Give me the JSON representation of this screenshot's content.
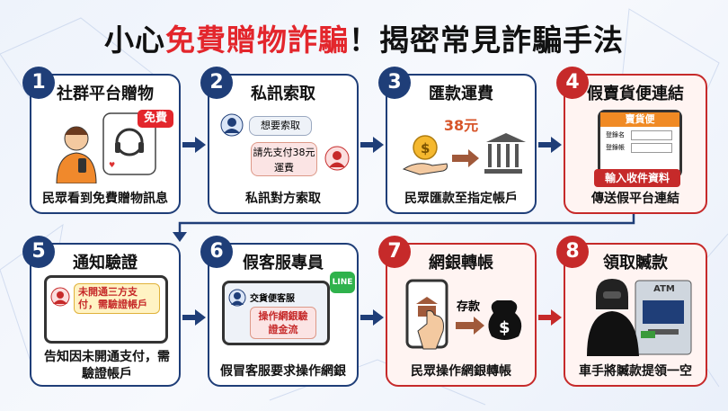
{
  "title": {
    "prefix": "小心",
    "highlight": "免費贈物詐騙",
    "suffix": "！揭密常見詐騙手法"
  },
  "steps": [
    {
      "num": "1",
      "title": "社群平台贈物",
      "badge": "免費",
      "caption": "民眾看到免費贈物訊息"
    },
    {
      "num": "2",
      "title": "私訊索取",
      "msg1": "想要索取",
      "msg2": "請先支付38元運費",
      "caption": "私訊對方索取"
    },
    {
      "num": "3",
      "title": "匯款運費",
      "amount": "38元",
      "caption": "民眾匯款至指定帳戶"
    },
    {
      "num": "4",
      "title": "假賣貨便連結",
      "app_title": "賣貨便",
      "field1": "登錄名",
      "field2": "登錄帳",
      "input_label": "輸入收件資料",
      "caption": "傳送假平台連結"
    },
    {
      "num": "5",
      "title": "通知驗證",
      "msg": "未開通三方支付，需驗證帳戶",
      "caption": "告知因未開通支付，需驗證帳戶"
    },
    {
      "num": "6",
      "title": "假客服專員",
      "line_badge": "LINE",
      "agent_name": "交貨便客服",
      "msg": "操作網銀驗證金流",
      "caption": "假冒客服要求操作網銀"
    },
    {
      "num": "7",
      "title": "網銀轉帳",
      "deposit_label": "存款",
      "caption": "民眾操作網銀轉帳"
    },
    {
      "num": "8",
      "title": "領取贓款",
      "atm_label": "ATM",
      "caption": "車手將贓款提領一空"
    }
  ]
}
